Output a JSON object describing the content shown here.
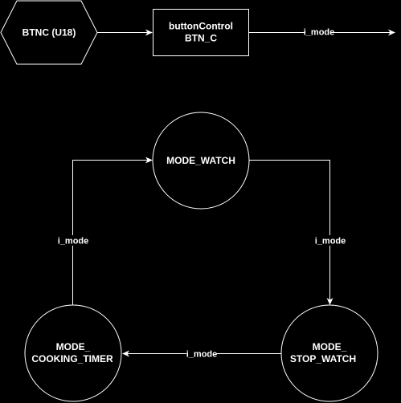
{
  "colors": {
    "background": "#000000",
    "stroke": "#ffffff",
    "text": "#ffffff"
  },
  "nodes": {
    "btnc": {
      "label": "BTNC (U18)"
    },
    "button_control": {
      "line1": "buttonControl",
      "line2": "BTN_C"
    },
    "mode_watch": {
      "label": "MODE_WATCH"
    },
    "mode_stop_watch": {
      "line1": "MODE_",
      "line2": "STOP_WATCH"
    },
    "mode_cooking_timer": {
      "line1": "MODE_",
      "line2": "COOKING_TIMER"
    }
  },
  "edges": {
    "control_output": {
      "label": "i_mode"
    },
    "watch_to_stopwatch": {
      "label": "i_mode"
    },
    "stopwatch_to_cooking": {
      "label": "i_mode"
    },
    "cooking_to_watch": {
      "label": "i_mode"
    }
  }
}
